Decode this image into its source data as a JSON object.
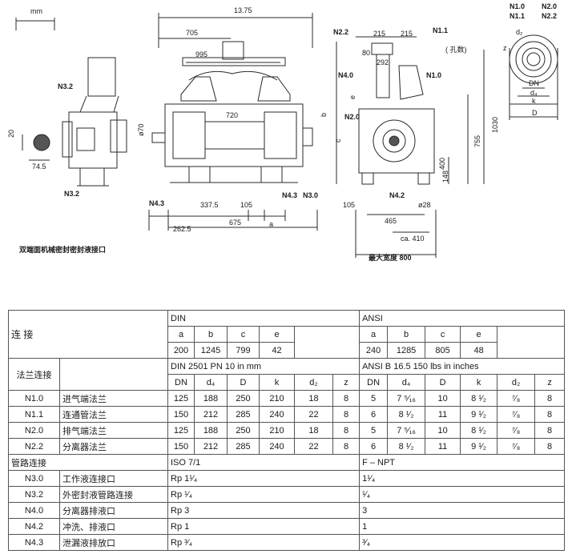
{
  "drawing": {
    "unit": "mm",
    "caption": "双端面机械密封密封液接口",
    "shaft_height": "20",
    "shaft_offset": "74.5",
    "dia_70": "ø70",
    "overall_length": "13.75",
    "d705": "705",
    "d995": "995",
    "d720": "720",
    "d3375": "337.5",
    "d105": "105",
    "d2625": "262.5",
    "d675": "675",
    "dim_a": "a",
    "dim_b": "b",
    "dim_c": "c",
    "dim_e": "e",
    "d215_left": "215",
    "d215_right": "215",
    "d80": "80",
    "d292": "292",
    "holes_note": "( 孔数)",
    "d1030": "1030",
    "d755": "755",
    "d400": "400",
    "d148": "148",
    "d28": "ø28",
    "d465": "465",
    "d410": "ca. 410",
    "max_width": "最大宽度 800",
    "flange_dn": "DN",
    "flange_d4": "d₄",
    "flange_k": "k",
    "flange_D": "D",
    "flange_d2": "d₂",
    "flange_z": "z",
    "legend_n10": "N1.0",
    "legend_n20": "N2.0",
    "legend_n11": "N1.1",
    "legend_n22": "N2.2",
    "lbl_n22": "N2.2",
    "lbl_n11": "N1.1",
    "lbl_n40": "N4.0",
    "lbl_n10": "N1.0",
    "lbl_n20": "N2.0",
    "lbl_n42": "N4.2",
    "lbl_n32_top": "N3.2",
    "lbl_n32_bot": "N3.2",
    "lbl_n43_left": "N4.3",
    "lbl_n43_right": "N4.3",
    "lbl_n30": "N3.0"
  },
  "table": {
    "conn_label": "连 接",
    "din": "DIN",
    "ansi": "ANSI",
    "dim_heads": [
      "a",
      "b",
      "c",
      "e"
    ],
    "din_dims": [
      "200",
      "1245",
      "799",
      "42"
    ],
    "ansi_dims": [
      "240",
      "1285",
      "805",
      "48"
    ],
    "flange_label": "法兰连接",
    "din_flange_std": "DIN 2501 PN 10 in mm",
    "ansi_flange_std": "ANSI B 16.5 150 lbs in inches",
    "flange_heads": [
      "DN",
      "d₄",
      "D",
      "k",
      "d₂",
      "z"
    ],
    "flanges": [
      {
        "code": "N1.0",
        "name": "进气端法兰",
        "din": [
          "125",
          "188",
          "250",
          "210",
          "18",
          "8"
        ],
        "ansi": [
          "5",
          "7 ⁵⁄₁₆",
          "10",
          "8 ¹⁄₂",
          "⁷⁄₈",
          "8"
        ]
      },
      {
        "code": "N1.1",
        "name": "连通管法兰",
        "din": [
          "150",
          "212",
          "285",
          "240",
          "22",
          "8"
        ],
        "ansi": [
          "6",
          "8 ¹⁄₂",
          "11",
          "9 ¹⁄₂",
          "⁷⁄₈",
          "8"
        ]
      },
      {
        "code": "N2.0",
        "name": "排气端法兰",
        "din": [
          "125",
          "188",
          "250",
          "210",
          "18",
          "8"
        ],
        "ansi": [
          "5",
          "7 ⁵⁄₁₆",
          "10",
          "8 ¹⁄₂",
          "⁷⁄₈",
          "8"
        ]
      },
      {
        "code": "N2.2",
        "name": "分离器法兰",
        "din": [
          "150",
          "212",
          "285",
          "240",
          "22",
          "8"
        ],
        "ansi": [
          "6",
          "8 ¹⁄₂",
          "11",
          "9 ¹⁄₂",
          "⁷⁄₈",
          "8"
        ]
      }
    ],
    "pipe_label": "管路连接",
    "din_pipe_std": "ISO 7/1",
    "ansi_pipe_std": "F – NPT",
    "pipes": [
      {
        "code": "N3.0",
        "name": "工作液连接口",
        "din": "Rp 1¹⁄₄",
        "ansi": "1¹⁄₄"
      },
      {
        "code": "N3.2",
        "name": "外密封液管路连接",
        "din": "Rp ¹⁄₄",
        "ansi": "¹⁄₄"
      },
      {
        "code": "N4.0",
        "name": "分离器排液口",
        "din": "Rp 3",
        "ansi": "3"
      },
      {
        "code": "N4.2",
        "name": "冲洗、排液口",
        "din": "Rp 1",
        "ansi": "1"
      },
      {
        "code": "N4.3",
        "name": "泄漏液排放口",
        "din": "Rp ³⁄₄",
        "ansi": "³⁄₄"
      }
    ]
  }
}
